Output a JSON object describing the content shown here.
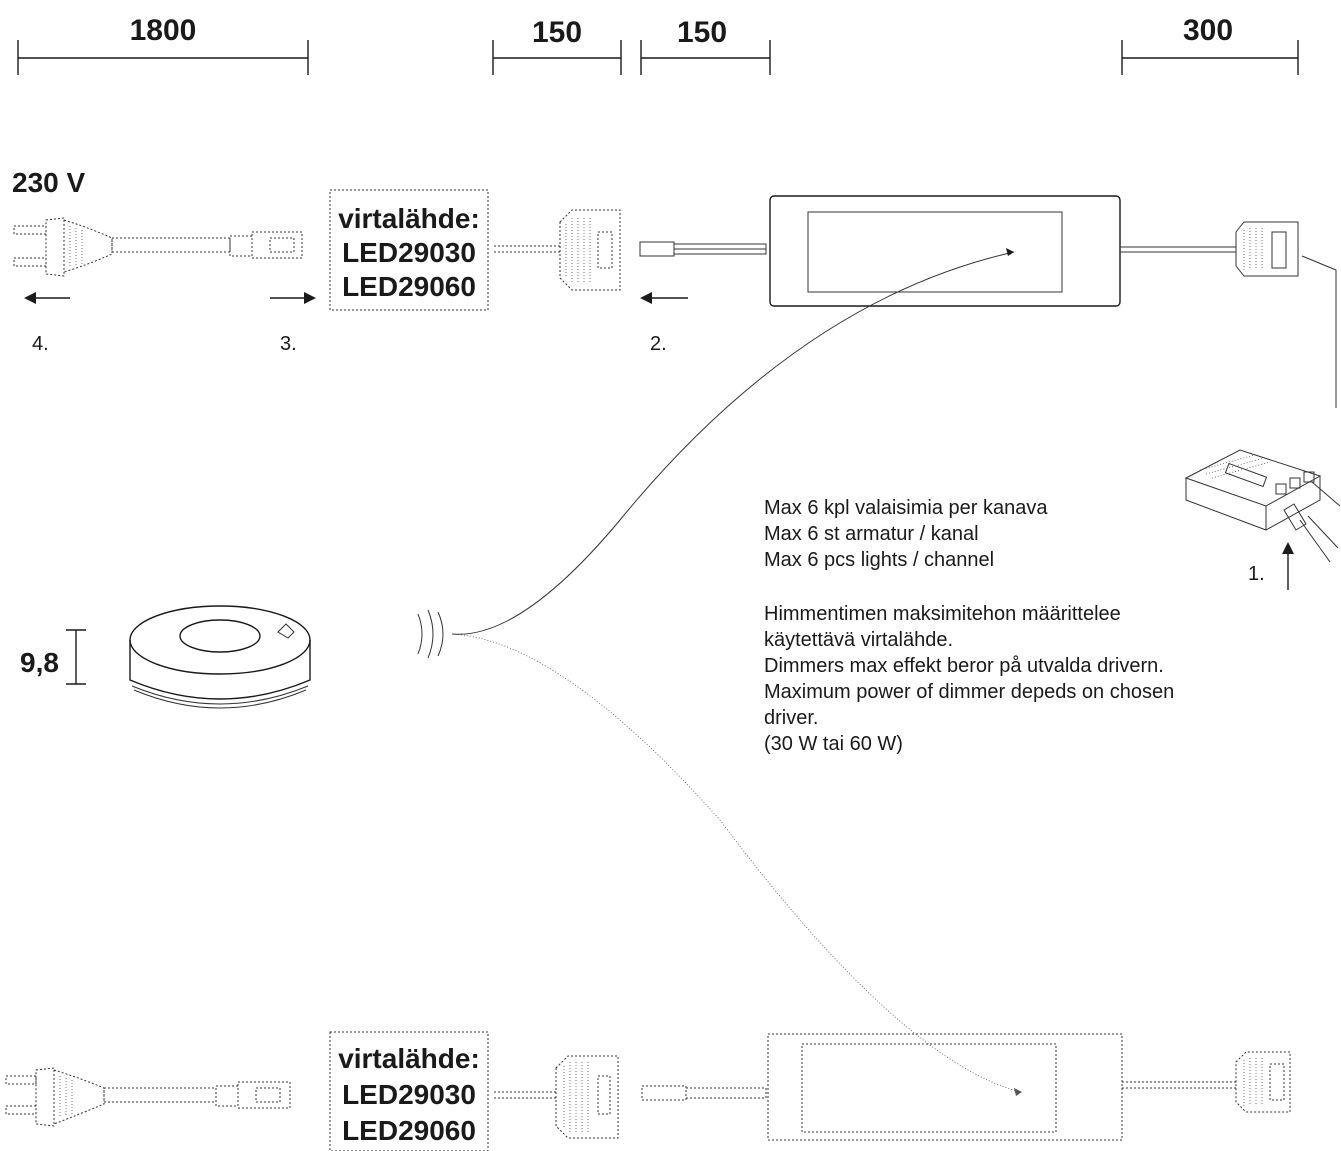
{
  "dimensions": {
    "d1": "1800",
    "d2": "150",
    "d3": "150",
    "d4": "300",
    "height": "9,8"
  },
  "voltage": "230 V",
  "power_box_top": {
    "line1": "virtalähde:",
    "line2": "LED29030",
    "line3": "LED29060"
  },
  "power_box_bottom": {
    "line1": "virtalähde:",
    "line2": "LED29030",
    "line3": "LED29060"
  },
  "steps": {
    "s1": "1.",
    "s2": "2.",
    "s3": "3.",
    "s4": "4."
  },
  "notes": [
    "Max 6 kpl valaisimia per kanava",
    "Max 6 st armatur / kanal",
    "Max 6 pcs lights / channel",
    "",
    "Himmentimen maksimitehon määrittelee",
    "käytettävä virtalähde.",
    "Dimmers max effekt beror på utvalda drivern.",
    "Maximum power of dimmer depeds on chosen",
    "driver.",
    "(30 W tai 60 W)"
  ]
}
